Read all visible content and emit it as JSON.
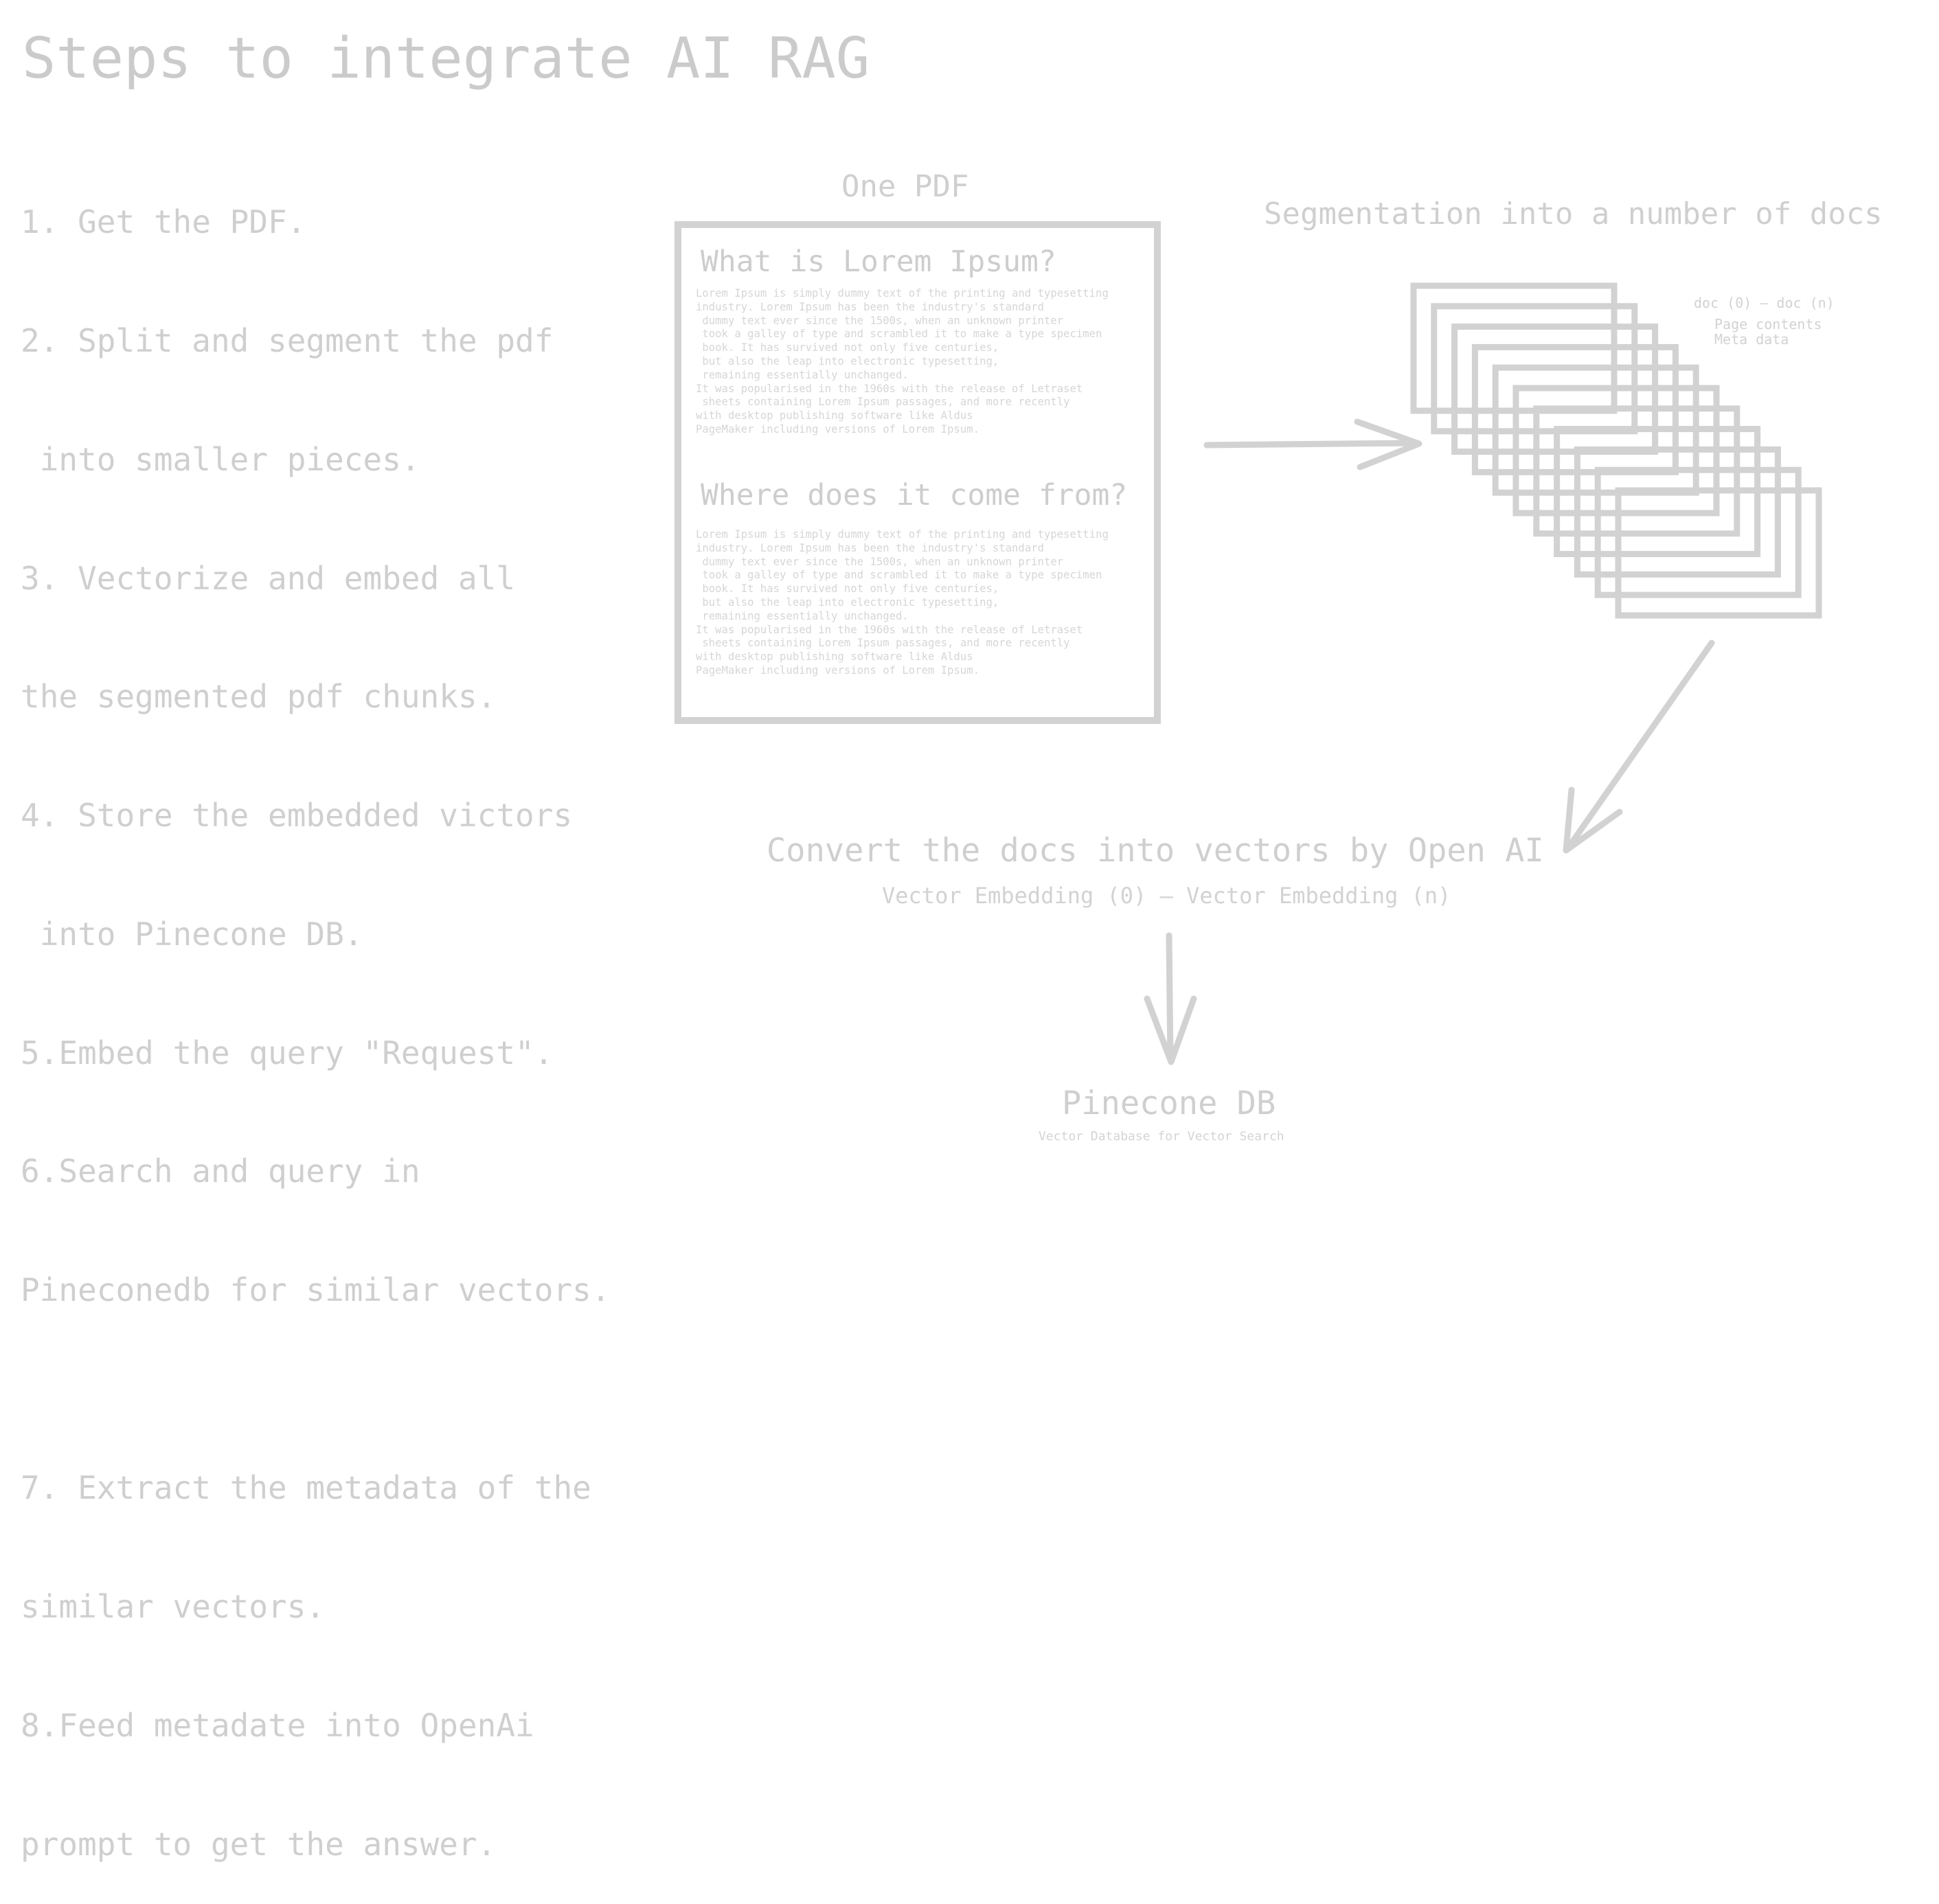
{
  "title": "Steps to integrate AI RAG",
  "steps": [
    "1. Get the PDF.",
    "2. Split and segment the pdf",
    " into smaller pieces.",
    "3. Vectorize and embed all",
    "the segmented pdf chunks.",
    "4. Store the embedded victors",
    " into Pinecone DB.",
    "5.Embed the query \"Request\".",
    "6.Search and query in",
    "Pineconedb for similar vectors.",
    "",
    "7. Extract the metadata of the",
    "similar vectors.",
    "8.Feed metadate into OpenAi",
    "prompt to get the answer."
  ],
  "pdf": {
    "label": "One PDF",
    "heading_1": "What is Lorem Ipsum?",
    "body_1": "Lorem Ipsum is simply dummy text of the printing and typesetting\nindustry. Lorem Ipsum has been the industry's standard\n dummy text ever since the 1500s, when an unknown printer\n took a galley of type and scrambled it to make a type specimen\n book. It has survived not only five centuries,\n but also the leap into electronic typesetting,\n remaining essentially unchanged.\nIt was popularised in the 1960s with the release of Letraset\n sheets containing Lorem Ipsum passages, and more recently\nwith desktop publishing software like Aldus\nPageMaker including versions of Lorem Ipsum.",
    "heading_2": "Where does it come from?",
    "body_2": "Lorem Ipsum is simply dummy text of the printing and typesetting\nindustry. Lorem Ipsum has been the industry's standard\n dummy text ever since the 1500s, when an unknown printer\n took a galley of type and scrambled it to make a type specimen\n book. It has survived not only five centuries,\n but also the leap into electronic typesetting,\n remaining essentially unchanged.\nIt was popularised in the 1960s with the release of Letraset\n sheets containing Lorem Ipsum passages, and more recently\nwith desktop publishing software like Aldus\nPageMaker including versions of Lorem Ipsum."
  },
  "segmentation": {
    "label": "Segmentation into a number of docs",
    "note_range": "doc (0) – doc (n)",
    "note_line_2": "Page contents",
    "note_line_3": "Meta data"
  },
  "convert": {
    "label": "Convert the docs into vectors by Open AI",
    "sub": "Vector Embedding (0) – Vector Embedding (n)"
  },
  "pinecone": {
    "label": "Pinecone DB",
    "sub": "Vector Database for Vector Search"
  },
  "colors": {
    "stroke": "#d2d2d2",
    "text": "#cfcfcf",
    "background": "#ffffff"
  }
}
